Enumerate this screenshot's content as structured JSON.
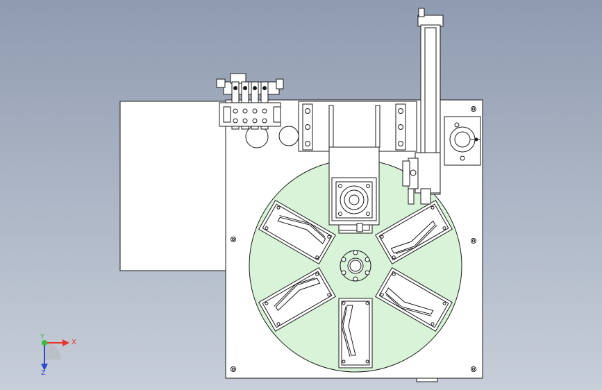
{
  "viewport": {
    "background_top": "#8f9bb0",
    "background_bottom": "#c7ced9"
  },
  "drawing": {
    "line_color": "#1a1a1a",
    "plate_fill": "#ffffff",
    "turntable_fill": "#d8f3d8",
    "hole_fill": "#ffffff"
  },
  "triad": {
    "x_label": "X",
    "y_label": "Y",
    "z_label": "Z",
    "x_color": "#e8332a",
    "y_color": "#2fbf3a",
    "z_color": "#2a4bd0"
  }
}
